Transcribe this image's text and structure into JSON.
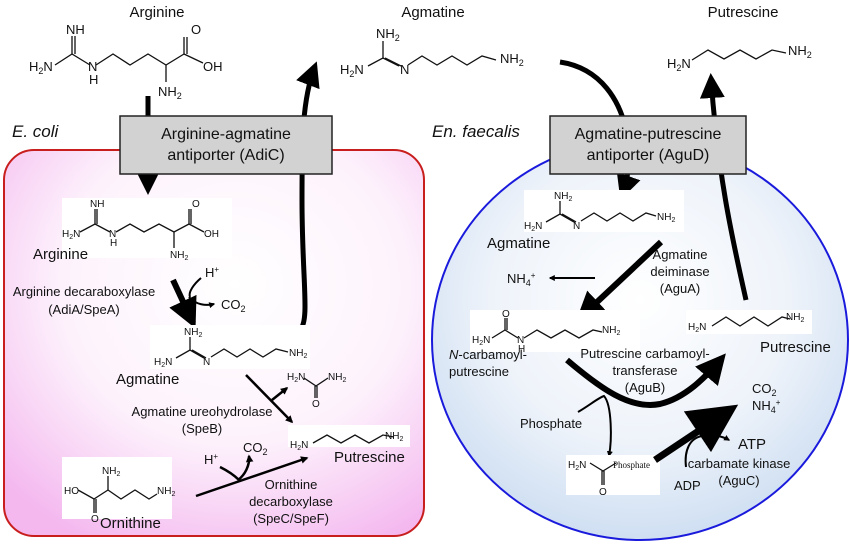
{
  "colors": {
    "ecoli_border": "#c81e1e",
    "ecoli_fill": "#f7c8f2",
    "faecalis_border": "#1a1adc",
    "faecalis_fill": "#d6e4f4",
    "transporter_fill": "#d2d2d2",
    "arrow": "#000000"
  },
  "outside": {
    "arginine_label": "Arginine",
    "agmatine_label": "Agmatine",
    "putrescine_label": "Putrescine"
  },
  "ecoli": {
    "organism": "E. coli",
    "transporter": {
      "line1": "Arginine-agmatine",
      "line2": "antiporter (AdiC)"
    },
    "arginine_label": "Arginine",
    "agmatine_label": "Agmatine",
    "putrescine_label": "Putrescine",
    "ornithine_label": "Ornithine",
    "enzyme1": {
      "line1": "Arginine decaraboxylase",
      "line2": "(AdiA/SpeA)"
    },
    "enzyme2": {
      "line1": "Agmatine ureohydrolase",
      "line2": "(SpeB)"
    },
    "enzyme3": {
      "line1": "Ornithine",
      "line2": "decarboxylase",
      "line3": "(SpeC/SpeF)"
    },
    "h_plus_1": "H",
    "h_plus_2": "H",
    "co2_1": "CO",
    "co2_2": "CO",
    "urea": "urea"
  },
  "faecalis": {
    "organism": "En. faecalis",
    "transporter": {
      "line1": "Agmatine-putrescine",
      "line2": "antiporter (AguD)"
    },
    "agmatine_label": "Agmatine",
    "carbamoyl_label": {
      "line1_italic": "N",
      "line1_rest": "-carbamoyl-",
      "line2": "putrescine"
    },
    "putrescine_label": "Putrescine",
    "enzyme1": {
      "line1": "Agmatine",
      "line2": "deiminase",
      "line3": "(AguA)"
    },
    "enzyme2": {
      "line1": "Putrescine carbamoyl-",
      "line2": "transferase",
      "line3": "(AguB)"
    },
    "enzyme3": {
      "line1": "carbamate kinase",
      "line2": "(AguC)"
    },
    "nh4": "NH",
    "phosphate": "Phosphate",
    "carbamoyl_phosphate_group": "Phosphate",
    "co2": "CO",
    "nh4_2": "NH",
    "atp": "ATP",
    "adp": "ADP"
  },
  "chem": {
    "nh": "NH",
    "nh2": "NH",
    "h2n": "H",
    "n": "N",
    "h": "H",
    "o": "O",
    "oh": "OH",
    "ho": "HO",
    "sub2": "2",
    "sub4": "4",
    "plus": "+"
  }
}
